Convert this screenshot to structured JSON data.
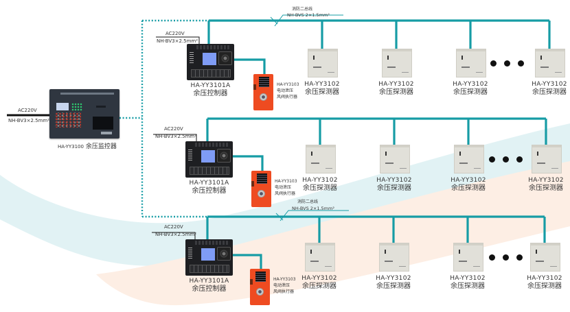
{
  "colors": {
    "bus": "#169ca5",
    "dotted": "#169ca5",
    "power": "#111111",
    "band_teal": "#dff1f3",
    "band_peach": "#fdefe6"
  },
  "monitor": {
    "model": "HA-YY3100",
    "name": "余压监控器",
    "power_label": "AC220V",
    "cable_label": "NH-BV3×2.5mm²"
  },
  "bus_label": {
    "title": "消防二总线",
    "cable": "NH-BVS  2×1.5mm²"
  },
  "branches": [
    {
      "power_label": "AC220V",
      "cable_label": "NH-BV3×2.5mm²",
      "controller": {
        "model": "HA-YY3101A",
        "name": "余压控制器"
      },
      "actuator": {
        "model": "HA-YY3103",
        "line1": "电动泄压",
        "line2": "风阀执行器"
      },
      "detectors": [
        {
          "model": "HA-YY3102",
          "name": "余压探测器"
        },
        {
          "model": "HA-YY3102",
          "name": "余压探测器"
        },
        {
          "model": "HA-YY3102",
          "name": "余压探测器"
        },
        {
          "model": "HA-YY3102",
          "name": "余压探测器"
        }
      ],
      "ellipsis_icon": "ellipsis-dots"
    },
    {
      "power_label": "AC220V",
      "cable_label": "NH-BV3×2.5mm²",
      "controller": {
        "model": "HA-YY3101A",
        "name": "余压控制器"
      },
      "actuator": {
        "model": "HA-YY3103",
        "line1": "电动泄压",
        "line2": "风阀执行器"
      },
      "detectors": [
        {
          "model": "HA-YY3102",
          "name": "余压探测器"
        },
        {
          "model": "HA-YY3102",
          "name": "余压探测器"
        },
        {
          "model": "HA-YY3102",
          "name": "余压探测器"
        },
        {
          "model": "HA-YY3102",
          "name": "余压探测器"
        }
      ],
      "ellipsis_icon": "ellipsis-dots"
    },
    {
      "power_label": "AC220V",
      "cable_label": "NH-BV3×2.5mm²",
      "controller": {
        "model": "HA-YY3101A",
        "name": "余压控制器"
      },
      "actuator": {
        "model": "HA-YY3103",
        "line1": "电动泄压",
        "line2": "风阀执行器"
      },
      "detectors": [
        {
          "model": "HA-YY3102",
          "name": "余压探测器"
        },
        {
          "model": "HA-YY3102",
          "name": "余压探测器"
        },
        {
          "model": "HA-YY3102",
          "name": "余压探测器"
        },
        {
          "model": "HA-YY3102",
          "name": "余压探测器"
        }
      ],
      "ellipsis_icon": "ellipsis-dots"
    }
  ],
  "bus_label_2": {
    "title": "消防二总线",
    "cable": "NH-BVS  2×1.5mm²"
  }
}
